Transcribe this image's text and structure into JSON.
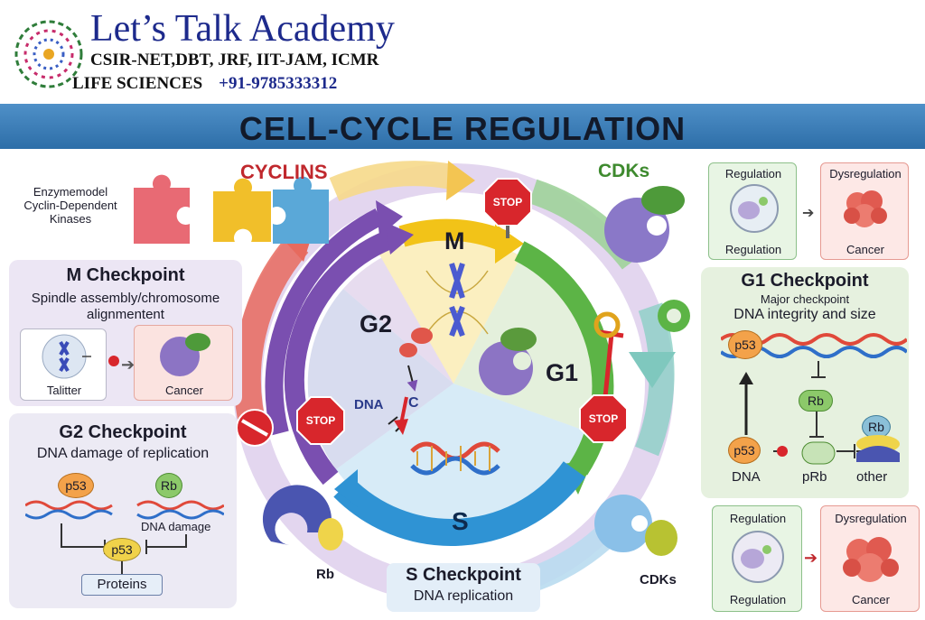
{
  "header": {
    "brand_title": "Let’s Talk Academy",
    "brand_sub1": "CSIR-NET,DBT, JRF, IIT-JAM, ICMR",
    "brand_sub2": "LIFE SCIENCES",
    "phone": "+91-9785333312",
    "banner_title": "CELL-CYCLE REGULATION"
  },
  "top_left": {
    "line1": "Enzymemodel",
    "line2": "Cyclin-Dependent",
    "line3": "Kinases",
    "cyclins": "CYCLINS",
    "cdks": "CDKs"
  },
  "cycle": {
    "phase_m": "M",
    "phase_g2": "G2",
    "phase_g1": "G1",
    "phase_s": "S",
    "dna_text": "DNA",
    "c_text": "C",
    "stop": "STOP",
    "rb": "Rb",
    "cdks_bottom": "CDKs"
  },
  "m_checkpoint": {
    "title": "M Checkpoint",
    "desc1": "Spindle assembly/chromosome",
    "desc2": "alignmentent",
    "box1": "Talitter",
    "box2": "Cancer"
  },
  "g2_checkpoint": {
    "title": "G2 Checkpoint",
    "desc": "DNA damage of replication",
    "p53_left": "p53",
    "rb": "Rb",
    "dna_damage": "DNA damage",
    "p53_center": "p53",
    "proteins": "Proteins"
  },
  "s_checkpoint": {
    "title": "S Checkpoint",
    "desc": "DNA replication"
  },
  "reg_top": {
    "left_top": "Regulation",
    "left_bottom": "Regulation",
    "right_top": "Dysregulation",
    "right_bottom": "Cancer"
  },
  "g1_checkpoint": {
    "title": "G1 Checkpoint",
    "sub": "Major checkpoint",
    "desc": "DNA integrity and size",
    "p53_top": "p53",
    "rb_mid": "Rb",
    "p53_low": "p53",
    "rb_right": "Rb",
    "dna": "DNA",
    "prb": "pRb",
    "other": "other"
  },
  "reg_bottom": {
    "left_top": "Regulation",
    "left_bottom": "Regulation",
    "right_top": "Dysregulation",
    "right_bottom": "Cancer"
  },
  "colors": {
    "banner": "#3b7fbc",
    "cyclins_red": "#c0282d",
    "cdks_green": "#3e8a2e",
    "stop_red": "#d8262c",
    "m_arrow": "#f2c318",
    "g1_arrow": "#5cb446",
    "s_arrow": "#2f93d4",
    "g2_arrow": "#7a4fb0"
  },
  "icons": [
    "logo-icon",
    "puzzle-piece-icon",
    "stop-sign-icon",
    "cdk-enzyme-icon",
    "dna-helix-icon",
    "cell-icon",
    "tumor-icon",
    "spindle-icon",
    "rb-protein-icon",
    "no-entry-icon"
  ]
}
